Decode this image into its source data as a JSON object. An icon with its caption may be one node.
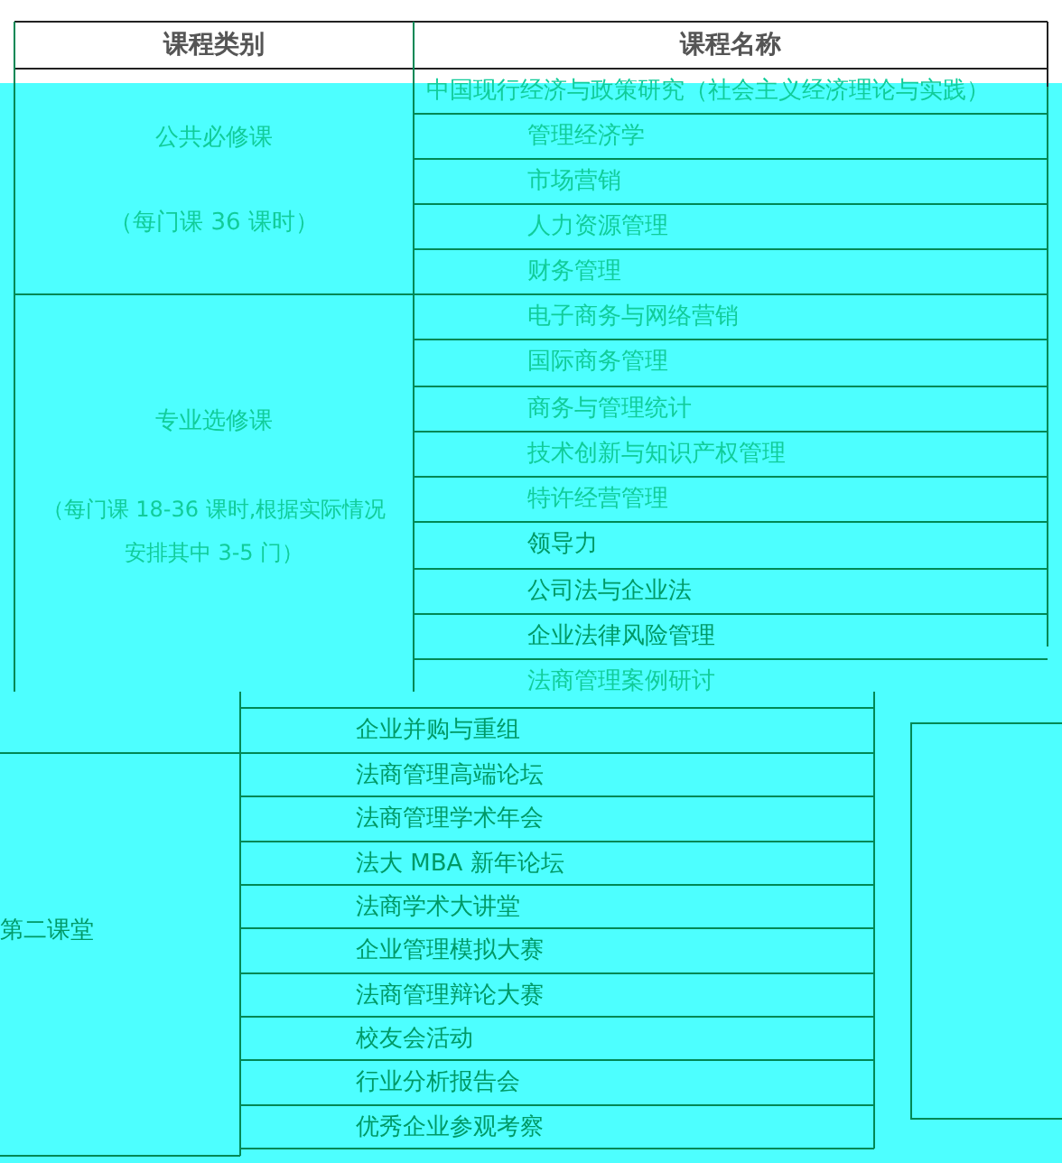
{
  "diagram": {
    "nodes": [
      {
        "text": [],
        "shape": "box"
      }
    ],
    "labels": [
      "课程类别",
      "课程名称",
      "公共必修课",
      "中国现行经济与政策研究（社会主义经济理论与实践）",
      "管理经济学",
      "市场营销",
      "（每门课 36 课时）",
      "人力资源管理",
      "财务管理",
      "专业选修课",
      "电子商务与网络营销",
      "国际商务管理",
      "商务与管理统计",
      "技术创新与知识产权管理",
      "（每门课 18-36 课时,根据实际情况安排其中 3-5 门）",
      "特许经营管理",
      "领导力",
      "公司法与企业法",
      "企业法律风险管理",
      "法商管理案例研讨",
      "企业并购与重组",
      "第二课堂",
      "法商管理高端论坛",
      "法商管理学术年会",
      "法大 MBA 新年论坛",
      "法商学术大讲堂",
      "企业管理模拟大赛",
      "法商管理辩论大赛",
      "校友会活动",
      "行业分析报告会",
      "优秀企业参观考察"
    ]
  }
}
